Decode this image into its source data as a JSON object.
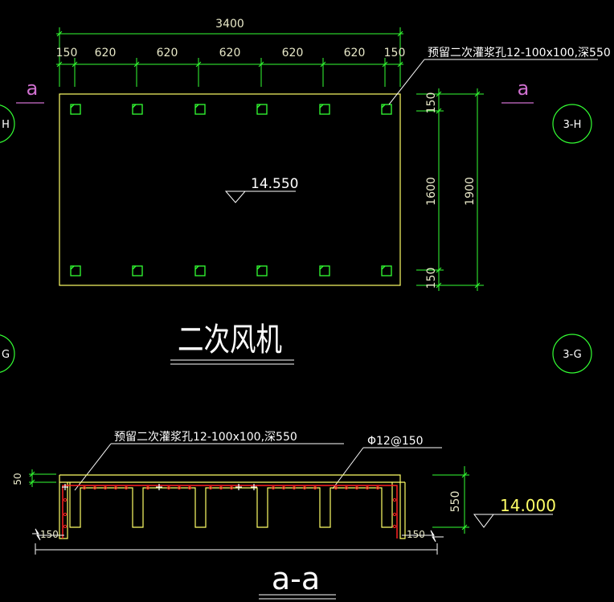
{
  "plan": {
    "overall_width": "3400",
    "segments": [
      "150",
      "620",
      "620",
      "620",
      "620",
      "620",
      "150"
    ],
    "side_dims": [
      "150",
      "1600",
      "150"
    ],
    "overall_height": "1900",
    "elevation": "14.550",
    "hole_note": "预留二次灌浆孔12-100x100,深550",
    "section_mark": "a",
    "title": "二次风机"
  },
  "grid_bubbles": {
    "upper_right": "3-H",
    "lower_right": "3-G",
    "upper_left": "H",
    "lower_left": "G"
  },
  "section": {
    "hole_note": "预留二次灌浆孔12-100x100,深550",
    "rebar_note": "Φ12@150",
    "top_dim": "50",
    "depth_dim": "550",
    "left_dim": "150",
    "right_dim": "150",
    "elevation": "14.000",
    "title": "a-a"
  },
  "colors": {
    "outline": "#ffff66",
    "dimension": "#33ff33",
    "rebar": "#ff2222",
    "section_mark": "#d070d0",
    "hole": "#33ff33"
  }
}
